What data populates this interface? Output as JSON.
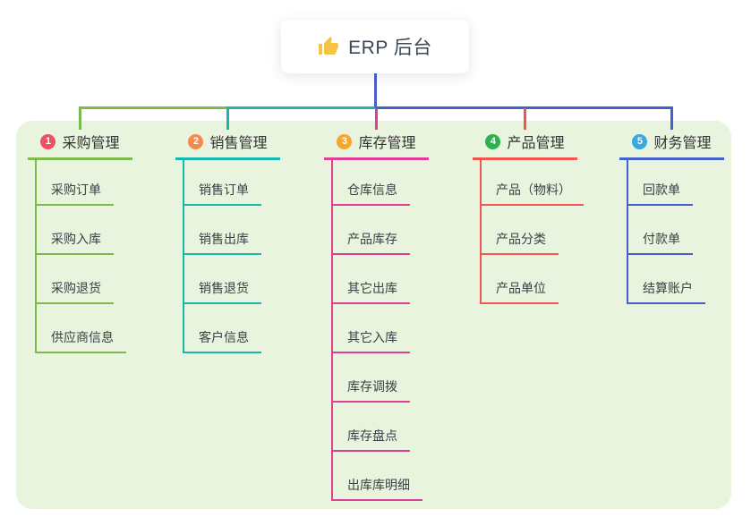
{
  "root": {
    "title": "ERP 后台",
    "icon": "thumbs-up-icon",
    "icon_color": "#f6c244",
    "line_color": "#4a5dc8"
  },
  "panel_color": "#e8f4de",
  "branches": [
    {
      "badge": "1",
      "title": "采购管理",
      "badge_color": "#f0515f",
      "line_color": "#7cba4d",
      "children": [
        "采购订单",
        "采购入库",
        "采购退货",
        "供应商信息"
      ]
    },
    {
      "badge": "2",
      "title": "销售管理",
      "badge_color": "#f7894a",
      "line_color": "#17b8ab",
      "children": [
        "销售订单",
        "销售出库",
        "销售退货",
        "客户信息"
      ]
    },
    {
      "badge": "3",
      "title": "库存管理",
      "badge_color": "#f8a62a",
      "line_color": "#e03f96",
      "children": [
        "仓库信息",
        "产品库存",
        "其它出库",
        "其它入库",
        "库存调拨",
        "库存盘点",
        "出库库明细"
      ]
    },
    {
      "badge": "4",
      "title": "产品管理",
      "badge_color": "#2cb34f",
      "line_color": "#f2564f",
      "children": [
        "产品（物料）",
        "产品分类",
        "产品单位"
      ]
    },
    {
      "badge": "5",
      "title": "财务管理",
      "badge_color": "#38a8e0",
      "line_color": "#4561c8",
      "children": [
        "回款单",
        "付款单",
        "结算账户"
      ]
    }
  ]
}
